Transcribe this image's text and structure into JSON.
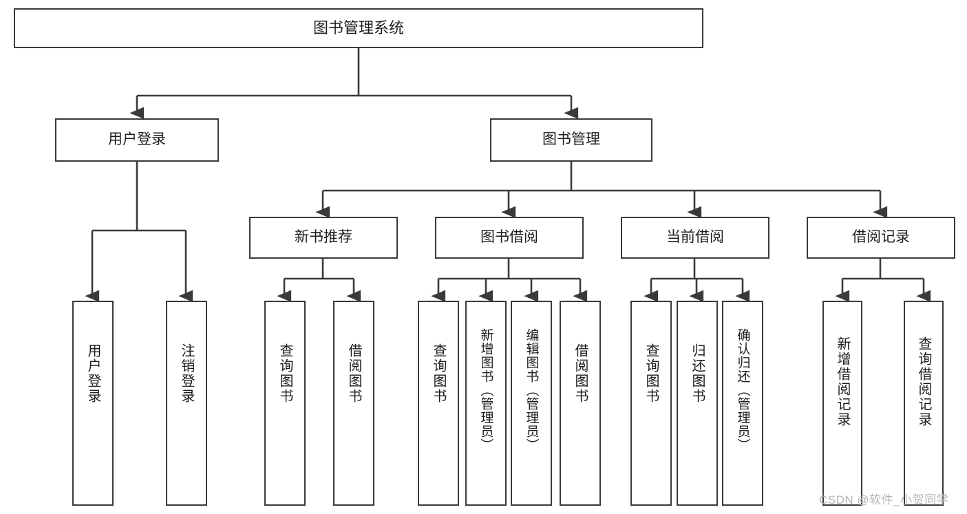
{
  "diagram": {
    "type": "tree-hierarchy-flowchart",
    "title": "图书管理系统",
    "colors": {
      "box_border": "#3a3a3a",
      "box_fill": "#ffffff",
      "edge": "#3a3a3a",
      "text": "#1d1d1d",
      "watermark": "#b4b4b4",
      "background": "#ffffff"
    },
    "levels": {
      "level1": {
        "root": {
          "label": "图书管理系统"
        }
      },
      "level2": [
        {
          "label": "用户登录"
        },
        {
          "label": "图书管理"
        }
      ],
      "level3": [
        {
          "label": "新书推荐"
        },
        {
          "label": "图书借阅"
        },
        {
          "label": "当前借阅"
        },
        {
          "label": "借阅记录"
        }
      ],
      "level4": [
        {
          "label": "用户登录",
          "parent": "用户登录"
        },
        {
          "label": "注销登录",
          "parent": "用户登录"
        },
        {
          "label": "查询图书",
          "parent": "新书推荐"
        },
        {
          "label": "借阅图书",
          "parent": "新书推荐"
        },
        {
          "label": "查询图书",
          "parent": "图书借阅"
        },
        {
          "label": "新增图书（管理员）",
          "parent": "图书借阅"
        },
        {
          "label": "编辑图书（管理员）",
          "parent": "图书借阅"
        },
        {
          "label": "借阅图书",
          "parent": "图书借阅"
        },
        {
          "label": "查询图书",
          "parent": "当前借阅"
        },
        {
          "label": "归还图书",
          "parent": "当前借阅"
        },
        {
          "label": "确认归还（管理员）",
          "parent": "当前借阅"
        },
        {
          "label": "新增借阅记录",
          "parent": "借阅记录"
        },
        {
          "label": "查询借阅记录",
          "parent": "借阅记录"
        }
      ]
    },
    "watermark": "CSDN @软件_小贺同学"
  }
}
